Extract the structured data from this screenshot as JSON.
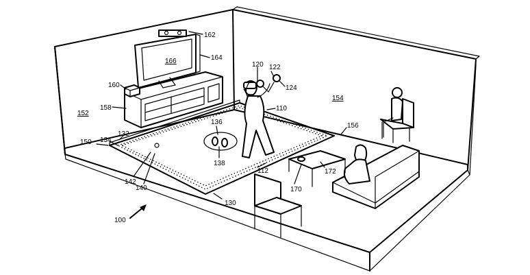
{
  "labels": {
    "system": "100",
    "mat": "110",
    "mat_edge": "112",
    "boundary": "130",
    "ref_132": "132",
    "ref_134": "134",
    "footprint": "136",
    "ref_138": "138",
    "ref_140": "140",
    "ref_142": "142",
    "floor": "150",
    "left_wall": "152",
    "right_wall": "154",
    "sofa": "156",
    "tv_stand": "158",
    "console": "160",
    "sensor": "162",
    "tv": "164",
    "screen": "166",
    "cup": "170",
    "table": "172",
    "headset": "120",
    "controller_right": "122",
    "controller_left": "124"
  }
}
